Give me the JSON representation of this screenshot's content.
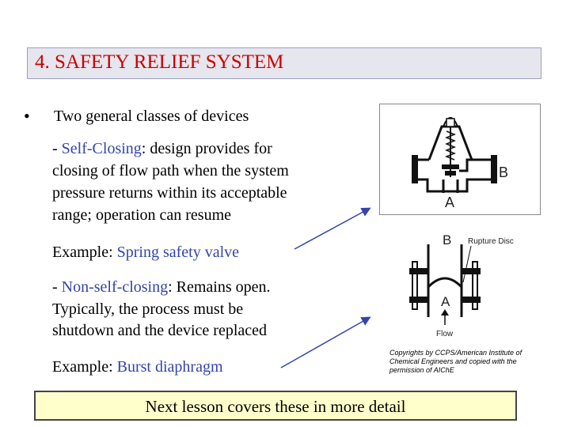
{
  "slide": {
    "title": "4.  SAFETY RELIEF SYSTEM",
    "bullet_symbol": "•",
    "bullet_text": "Two general classes of devices",
    "self_closing": {
      "prefix": "- ",
      "term": "Self-Closing",
      "line1_rest": ": design provides for",
      "line2": "closing of flow path when the system",
      "line3": "pressure returns within its acceptable",
      "line4": "range; operation can resume"
    },
    "example1": {
      "label": "Example: ",
      "value": "Spring safety valve"
    },
    "non_self_closing": {
      "prefix": "- ",
      "term": "Non-self-closing",
      "line1_rest": ": Remains open.",
      "line2": "Typically, the process must be",
      "line3": "shutdown and the device replaced"
    },
    "example2": {
      "label": "Example: ",
      "value": "Burst diaphragm"
    },
    "credit": "Copyrights by CCPS/American Institute of Chemical Engineers and copied with the permission of AIChE",
    "footer": "Next lesson covers these in more detail"
  },
  "figures": {
    "valve": {
      "label_a": "A",
      "label_b": "B"
    },
    "disc": {
      "label_a": "A",
      "label_b": "B",
      "rupture_label": "Rupture Disc",
      "flow_label": "Flow"
    }
  },
  "colors": {
    "title": "#cc0000",
    "accent_blue": "#3344aa",
    "footer_bg": "#ffffcc"
  }
}
